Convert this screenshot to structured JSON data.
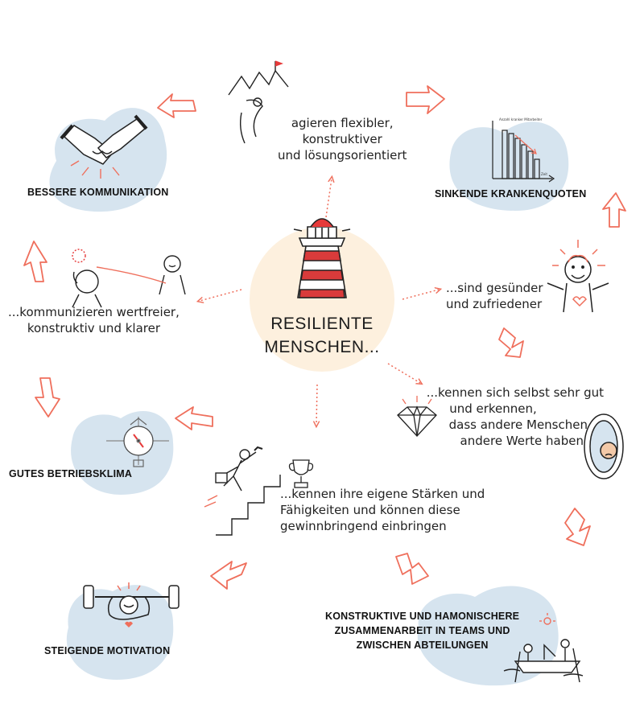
{
  "colors": {
    "accent": "#ef6f5c",
    "blob": "#d6e4ef",
    "center": "#fdf0de",
    "ink": "#222222"
  },
  "center": {
    "line1": "RESILIENTE",
    "line2": "MENSCHEN..."
  },
  "statements": {
    "flexibel": [
      "agieren  flexibler,",
      "konstruktiver",
      "und lösungsorientiert"
    ],
    "gesuender": [
      "...sind gesünder",
      "und zufriedener"
    ],
    "kennen_selbst": [
      "...kennen sich selbst sehr gut",
      "und erkennen,",
      "dass andere Menschen",
      "andere Werte haben"
    ],
    "staerken": [
      "...kennen ihre eigene Stärken und",
      "Fähigkeiten und können diese",
      "gewinnbringend einbringen"
    ],
    "kommunizieren": [
      "...kommunizieren wertfreier,",
      "konstruktiv und klarer"
    ]
  },
  "outcomes": {
    "kommunikation": "BESSERE KOMMUNIKATION",
    "krankenquoten": "SINKENDE KRANKENQUOTEN",
    "betriebsklima": "GUTES BETRIEBSKLIMA",
    "motivation": "STEIGENDE MOTIVATION",
    "zusammenarbeit": [
      "KONSTRUKTIVE UND HAMONISCHERE",
      "ZUSAMMENARBEIT IN TEAMS UND",
      "ZWISCHEN ABTEILUNGEN"
    ]
  },
  "icons": [
    "lighthouse-icon",
    "mountain-climber-icon",
    "handshake-icon",
    "declining-bar-chart-icon",
    "happy-person-icon",
    "diamond-icon",
    "mirror-icon",
    "stair-climber-icon",
    "trophy-icon",
    "compass-icon",
    "weightlifter-icon",
    "rowing-boat-icon",
    "talking-people-icon"
  ],
  "chart_icon": {
    "title": "Anzahl kranker Mitarbeiter",
    "axis": "Zeit"
  }
}
